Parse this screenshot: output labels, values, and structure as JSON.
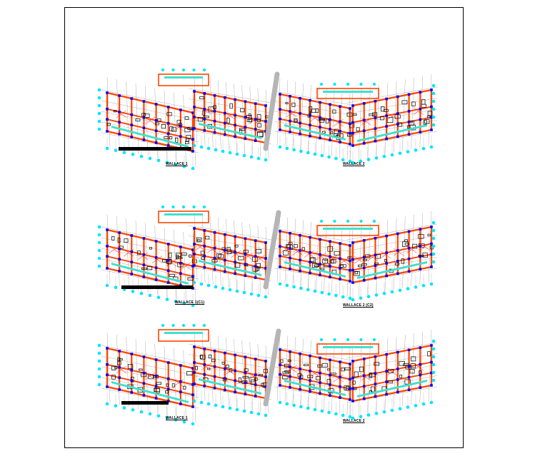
{
  "drawing": {
    "colors": {
      "grid": "#9a9a9a",
      "axis_bubble": "#00e5ff",
      "wall": "#ff4500",
      "column": "#0000ff",
      "detail": "#000000",
      "balcony": "#40e0d0",
      "hatch": "#ff0000",
      "divider": "#b5b5b5",
      "scale_bar": "#000000"
    },
    "plans": [
      {
        "name": "plan-1",
        "labels": {
          "left": "WALLACE 1",
          "right": "WALLACE 2"
        }
      },
      {
        "name": "plan-2",
        "labels": {
          "left": "WALLACE 1(C1)",
          "right": "WALLACE 2 (C2)"
        }
      },
      {
        "name": "plan-3",
        "labels": {
          "left": "WALLACE 1",
          "right": "WALLACE 2"
        }
      }
    ]
  }
}
